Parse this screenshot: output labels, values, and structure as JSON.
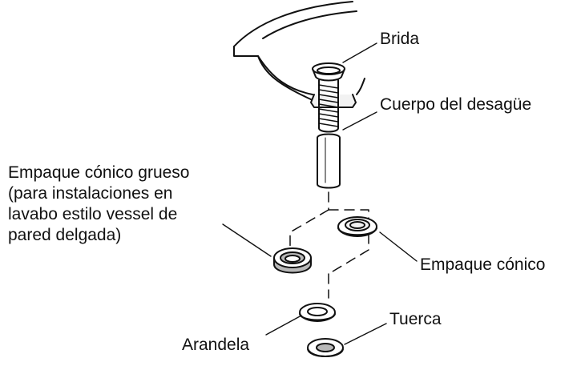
{
  "labels": {
    "brida": "Brida",
    "cuerpo": "Cuerpo del desagüe",
    "empaque_grueso": "Empaque cónico grueso\n(para instalaciones en\nlavabo estilo vessel de\npared delgada)",
    "empaque_conico": "Empaque cónico",
    "arandela": "Arandela",
    "tuerca": "Tuerca"
  },
  "colors": {
    "stroke": "#111111",
    "fill_light": "#f2f2f2",
    "fill_gray": "#b8b8b8"
  }
}
